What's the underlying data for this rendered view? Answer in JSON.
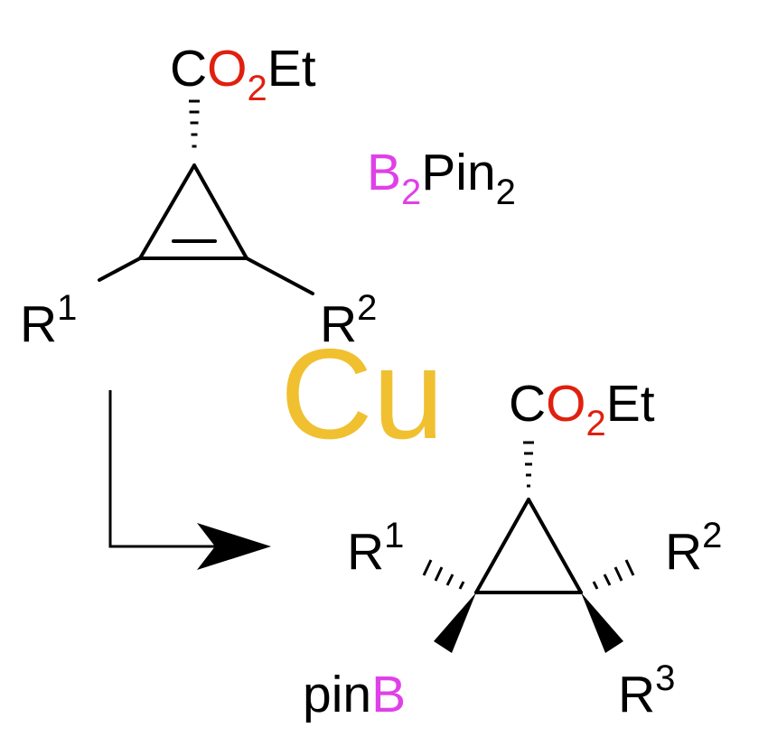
{
  "colors": {
    "black": "#000000",
    "oxygen": "#e0200f",
    "boron": "#e040e8",
    "copper": "#f0c030"
  },
  "reactant": {
    "ester": {
      "c": "C",
      "o": "O",
      "sub": "2",
      "et": "Et"
    },
    "r1": {
      "r": "R",
      "sup": "1"
    },
    "r2": {
      "r": "R",
      "sup": "2"
    }
  },
  "reagent": {
    "b": "B",
    "sub1": "2",
    "pin": "Pin",
    "sub2": "2"
  },
  "catalyst": {
    "cu": "Cu"
  },
  "product": {
    "ester": {
      "c": "C",
      "o": "O",
      "sub": "2",
      "et": "Et"
    },
    "r1": {
      "r": "R",
      "sup": "1"
    },
    "r2": {
      "r": "R",
      "sup": "2"
    },
    "r3": {
      "r": "R",
      "sup": "3"
    },
    "boryl": {
      "pin": "pin",
      "b": "B"
    }
  }
}
